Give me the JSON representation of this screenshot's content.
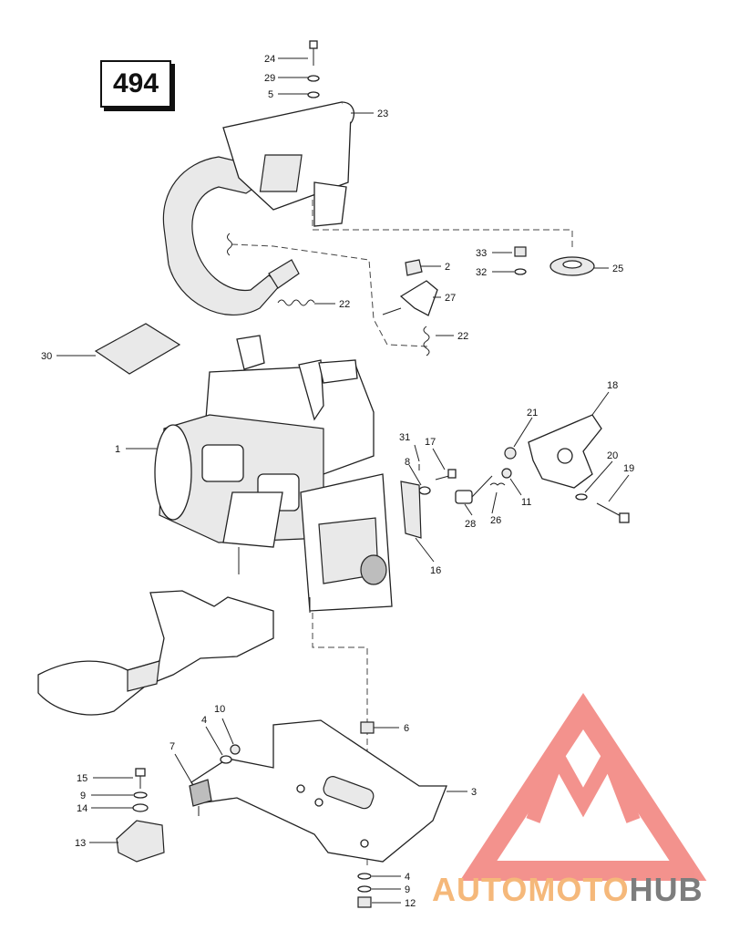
{
  "diagram": {
    "page_number": "494",
    "callouts": {
      "c24": "24",
      "c29": "29",
      "c5a": "5",
      "c23": "23",
      "c33": "33",
      "c32": "32",
      "c25": "25",
      "c2": "2",
      "c27": "27",
      "c22a": "22",
      "c22b": "22",
      "c30": "30",
      "c18": "18",
      "c21": "21",
      "c1": "1",
      "c31": "31",
      "c17": "17",
      "c8": "8",
      "c20": "20",
      "c19": "19",
      "c11": "11",
      "c28": "28",
      "c26": "26",
      "c16": "16",
      "c10": "10",
      "c4a": "4",
      "c6": "6",
      "c7": "7",
      "c15": "15",
      "c9a": "9",
      "c14": "14",
      "c3": "3",
      "c13": "13",
      "c4b": "4",
      "c9b": "9",
      "c12": "12"
    }
  },
  "watermark": {
    "brand_part1": "AUTOMOTO",
    "brand_part2": "HUB",
    "triangle_color": "#f2807a",
    "text_color_1": "#f5b87a",
    "text_color_2": "#7d7d7d"
  }
}
